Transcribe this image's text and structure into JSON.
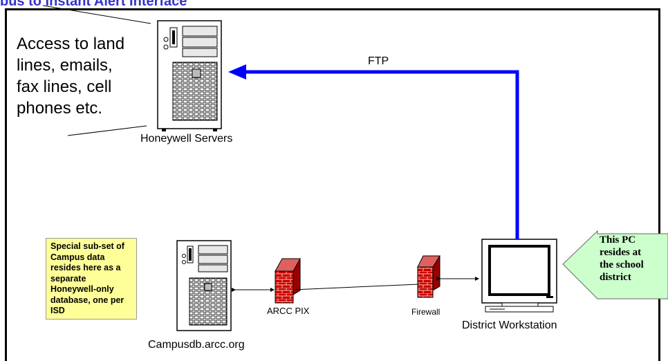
{
  "title": "bus to Instant Alert Interface",
  "access_note": [
    "Access to land",
    "lines, emails,",
    "fax lines, cell",
    "phones etc."
  ],
  "nodes": {
    "honeywell": "Honeywell Servers",
    "campusdb": "Campusdb.arcc.org",
    "arcc_pix": "ARCC PIX",
    "firewall": "Firewall",
    "workstation": "District Workstation"
  },
  "edge_ftp": "FTP",
  "yellow_note": [
    "Special sub-set of",
    "Campus data",
    "resides here as a",
    "separate",
    "Honeywell-only",
    "database, one per",
    "ISD"
  ],
  "green_note": [
    "This PC",
    "resides at",
    "the school",
    "district"
  ],
  "colors": {
    "title": "#3333cc",
    "ftp_line": "#0000ff",
    "yellow_note": "#ffff99",
    "green_note": "#ccffcc",
    "firewall_brick": "#cc0000"
  }
}
